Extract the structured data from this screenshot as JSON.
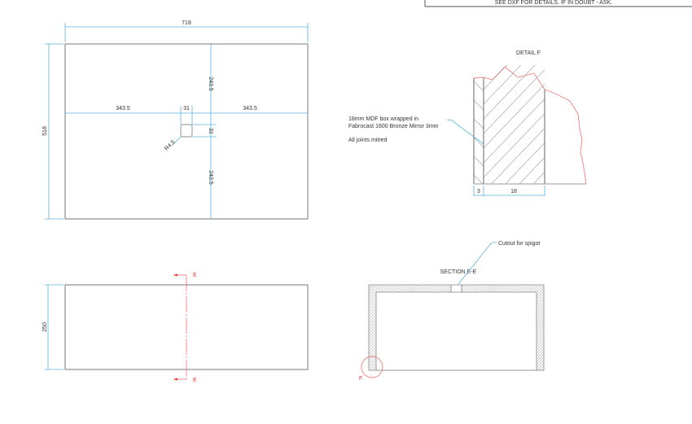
{
  "title_block": {
    "note": "SEE DXF FOR DETAILS.   IF IN DOUBT - ASK."
  },
  "plan_view": {
    "width": "718",
    "height": "518",
    "left_offset": "343.5",
    "right_offset": "343.5",
    "cutout_width": "31",
    "cutout_height": "31",
    "top_offset": "243.5",
    "bottom_offset": "243.5",
    "radius": "R4.5"
  },
  "front_view": {
    "height": "250",
    "section_mark": "E"
  },
  "detail_f": {
    "title": "DETAIL F",
    "note_line1": "18mm MDF box wrapped in",
    "note_line2": "Fabrocast 1600 Bronze Mirror 3mm",
    "note_line3": "All joints mitred",
    "mirror_thickness": "3",
    "mdf_thickness": "18"
  },
  "section_ee": {
    "title": "SECTION E-E",
    "callout": "Cutout for spigot",
    "detail_mark": "F"
  }
}
